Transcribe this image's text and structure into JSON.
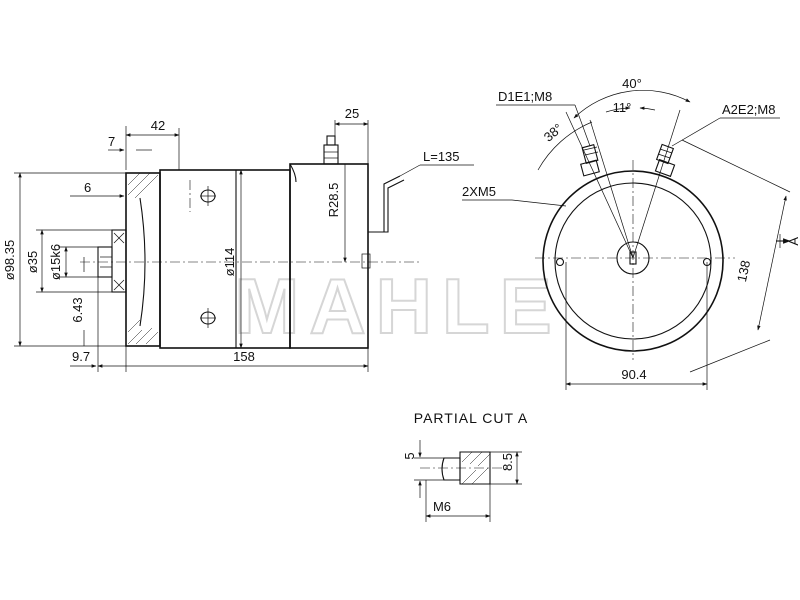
{
  "watermark": "MAHLE",
  "side_view": {
    "dim_42": "42",
    "dim_7": "7",
    "dim_25": "25",
    "dim_6": "6",
    "dim_98_35": "ø98.35",
    "dim_35": "ø35",
    "dim_15k6": "ø15k6",
    "dim_6_43": "6.43",
    "dim_114": "ø114",
    "dim_r28_5": "R28.5",
    "dim_9_7": "9.7",
    "dim_158": "158",
    "cable_length": "L=135",
    "bolts": "2XM5"
  },
  "end_view": {
    "angle_40": "40°",
    "angle_11": "11°",
    "angle_38": "38°",
    "terminal_d": "D1E1;M8",
    "terminal_a": "A2E2;M8",
    "dim_138": "138",
    "dim_90_4": "90.4",
    "section_marker": "A"
  },
  "partial_cut": {
    "title": "PARTIAL CUT A",
    "dim_5": "5",
    "dim_8_5": "8.5",
    "dim_m6": "M6"
  }
}
